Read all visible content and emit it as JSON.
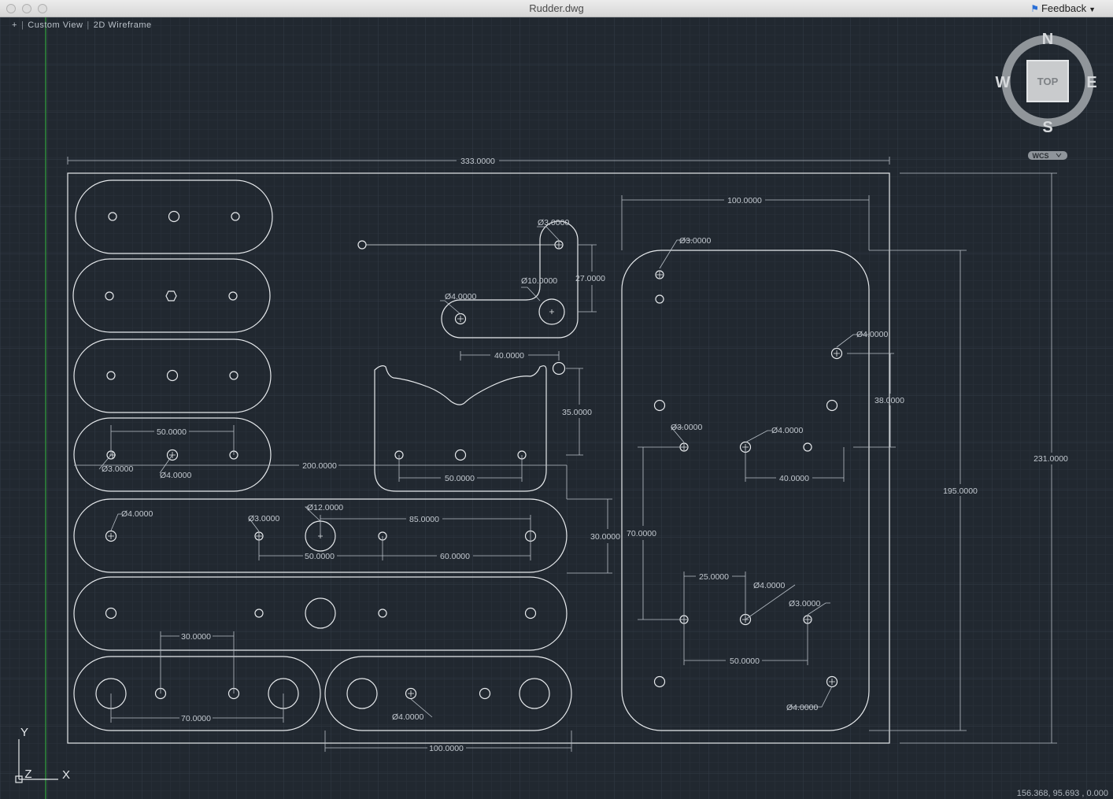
{
  "window": {
    "title": "Rudder.dwg",
    "feedback_label": "Feedback"
  },
  "viewport": {
    "plus_label": "+",
    "view_label": "Custom View",
    "style_label": "2D Wireframe"
  },
  "viewcube": {
    "north": "N",
    "south": "S",
    "east": "E",
    "west": "W",
    "face": "TOP",
    "ucs_label": "WCS"
  },
  "ucs_icon": {
    "x": "X",
    "y": "Y",
    "z": "Z"
  },
  "status": {
    "coordinates": "156.368, 95.693 , 0.000"
  },
  "dimensions": {
    "overall_width": "333.0000",
    "overall_height": "231.0000",
    "right_plate_width": "100.0000",
    "right_plate_height": "195.0000",
    "right_plate_hole_spacing_y": "38.0000",
    "right_plate_hole_spacing_x": "40.0000",
    "right_plate_pattern_height": "70.0000",
    "right_plate_pattern_offset": "25.0000",
    "right_plate_pattern_width": "50.0000",
    "right_plate_d3_top": "Ø3.0000",
    "right_plate_d4_right": "Ø4.0000",
    "right_plate_d3_mid": "Ø3.0000",
    "right_plate_d4_mid": "Ø4.0000",
    "right_plate_d4_low": "Ø4.0000",
    "right_plate_d3_low": "Ø3.0000",
    "right_plate_d4_bottom": "Ø4.0000",
    "lever_d3": "Ø3.0000",
    "lever_d10": "Ø10.0000",
    "lever_d4": "Ø4.0000",
    "lever_height": "27.0000",
    "cradle_width": "40.0000",
    "cradle_height": "35.0000",
    "cradle_hole_spacing": "50.0000",
    "link_hole_spacing": "50.0000",
    "link_d3": "Ø3.0000",
    "link_d4": "Ø4.0000",
    "long_bar_length": "200.0000",
    "long_bar_d4": "Ø4.0000",
    "long_bar_d3": "Ø3.0000",
    "long_bar_d12": "Ø12.0000",
    "long_bar_span_85": "85.0000",
    "long_bar_span_50": "50.0000",
    "long_bar_span_60": "60.0000",
    "long_bar_width": "30.0000",
    "short_bar_spacing_30": "30.0000",
    "short_bar_spacing_70": "70.0000",
    "bar_d4": "Ø4.0000",
    "bar_length_100": "100.0000"
  }
}
